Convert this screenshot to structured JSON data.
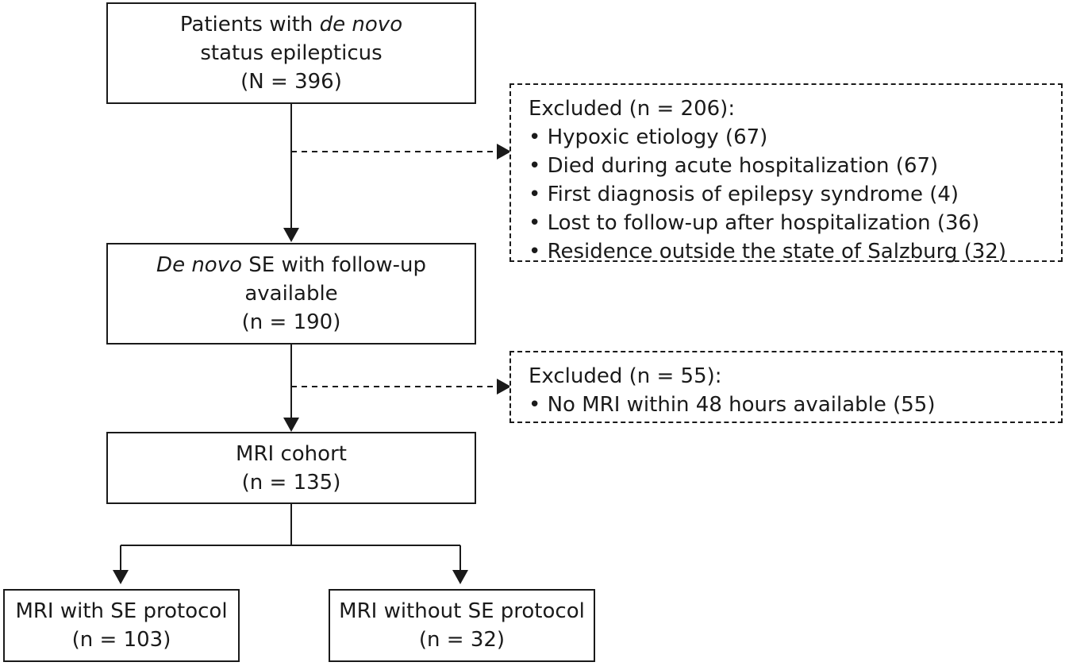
{
  "boxes": {
    "start": {
      "line1_prefix": "Patients with ",
      "line1_italic": "de novo",
      "line2": "status epilepticus",
      "line3": "(N = 396)"
    },
    "followup": {
      "line1_italic": "De novo",
      "line1_suffix": " SE with follow-up",
      "line2": "available",
      "line3": "(n = 190)"
    },
    "mri_cohort": {
      "line1": "MRI cohort",
      "line2": "(n = 135)"
    },
    "mri_with_protocol": {
      "line1": "MRI with SE protocol",
      "line2": "(n = 103)"
    },
    "mri_without_protocol": {
      "line1": "MRI without SE protocol",
      "line2": "(n = 32)"
    }
  },
  "exclusions": {
    "first": {
      "title": "Excluded (n = 206):",
      "items": [
        "• Hypoxic etiology (67)",
        "• Died during acute hospitalization (67)",
        "• First diagnosis of epilepsy syndrome (4)",
        "• Lost to follow-up after hospitalization (36)",
        "• Residence outside the state of Salzburg (32)"
      ]
    },
    "second": {
      "title": "Excluded (n = 55):",
      "items": [
        "• No MRI within 48 hours available (55)"
      ]
    }
  },
  "colors": {
    "stroke": "#1a1a1a",
    "background": "#ffffff"
  }
}
